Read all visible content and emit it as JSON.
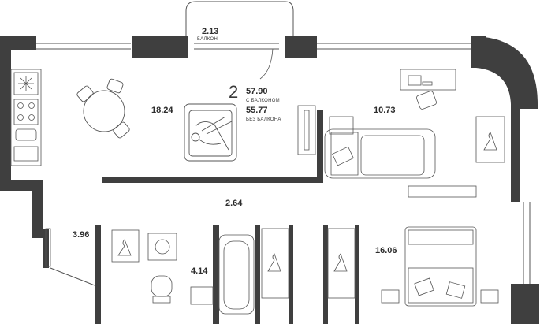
{
  "plan": {
    "room_count": "2",
    "area_with_balcony": "57.90",
    "with_balcony_label": "С БАЛКОНОМ",
    "area_without_balcony": "55.77",
    "without_balcony_label": "БЕЗ БАЛКОНА",
    "balcony": {
      "area": "2.13",
      "label": "БАЛКОН"
    },
    "rooms": {
      "living_kitchen": "18.24",
      "bedroom_small": "10.73",
      "hallway": "2.64",
      "utility": "3.96",
      "bathroom": "4.14",
      "bedroom_main": "16.06"
    }
  },
  "colors": {
    "wall": "#3f3f3f",
    "line": "#555555",
    "text": "#2d2d2d",
    "background": "#ffffff"
  }
}
